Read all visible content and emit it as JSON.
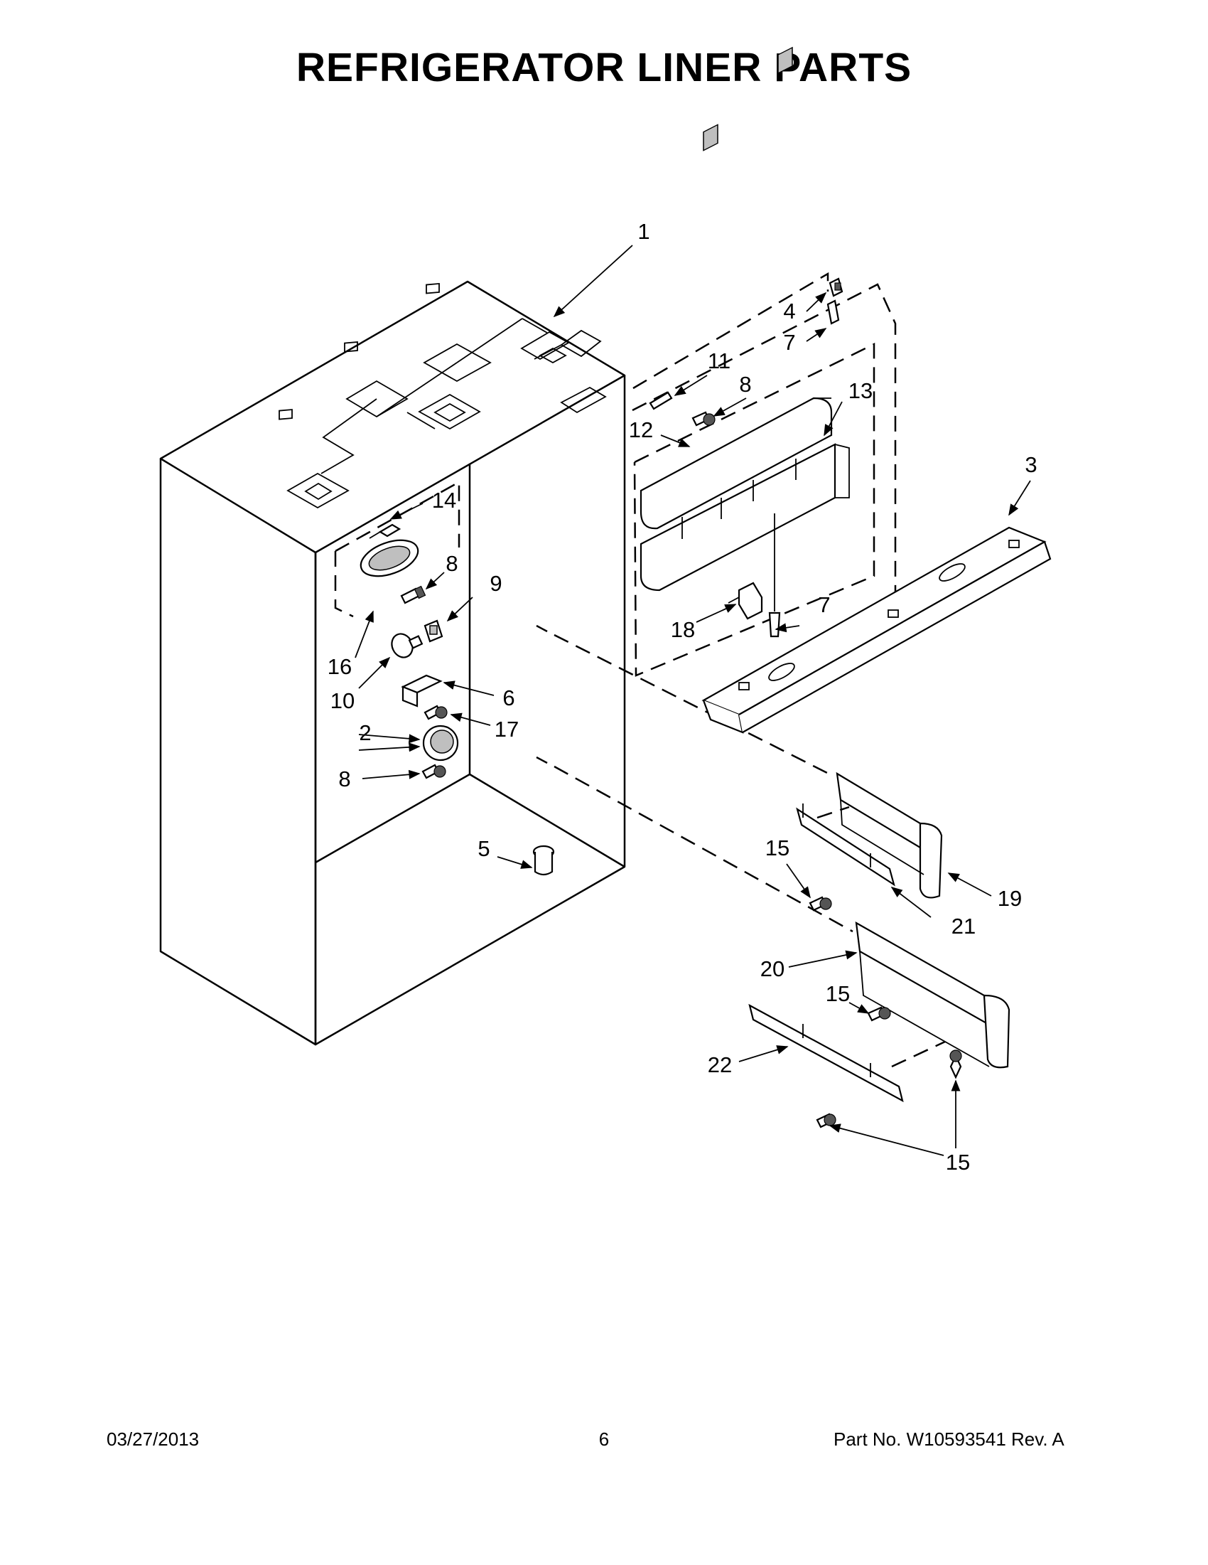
{
  "title": "REFRIGERATOR LINER PARTS",
  "callouts": {
    "c1": "1",
    "c2": "2",
    "c3": "3",
    "c4": "4",
    "c5": "5",
    "c6": "6",
    "c7a": "7",
    "c7b": "7",
    "c8a": "8",
    "c8b": "8",
    "c8c": "8",
    "c9": "9",
    "c10": "10",
    "c11": "11",
    "c12": "12",
    "c13": "13",
    "c14": "14",
    "c15a": "15",
    "c15b": "15",
    "c15c": "15",
    "c16": "16",
    "c17": "17",
    "c18": "18",
    "c19": "19",
    "c20": "20",
    "c21": "21",
    "c22": "22"
  },
  "footer": {
    "date": "03/27/2013",
    "page": "6",
    "part": "Part No.  W10593541  Rev.  A"
  }
}
